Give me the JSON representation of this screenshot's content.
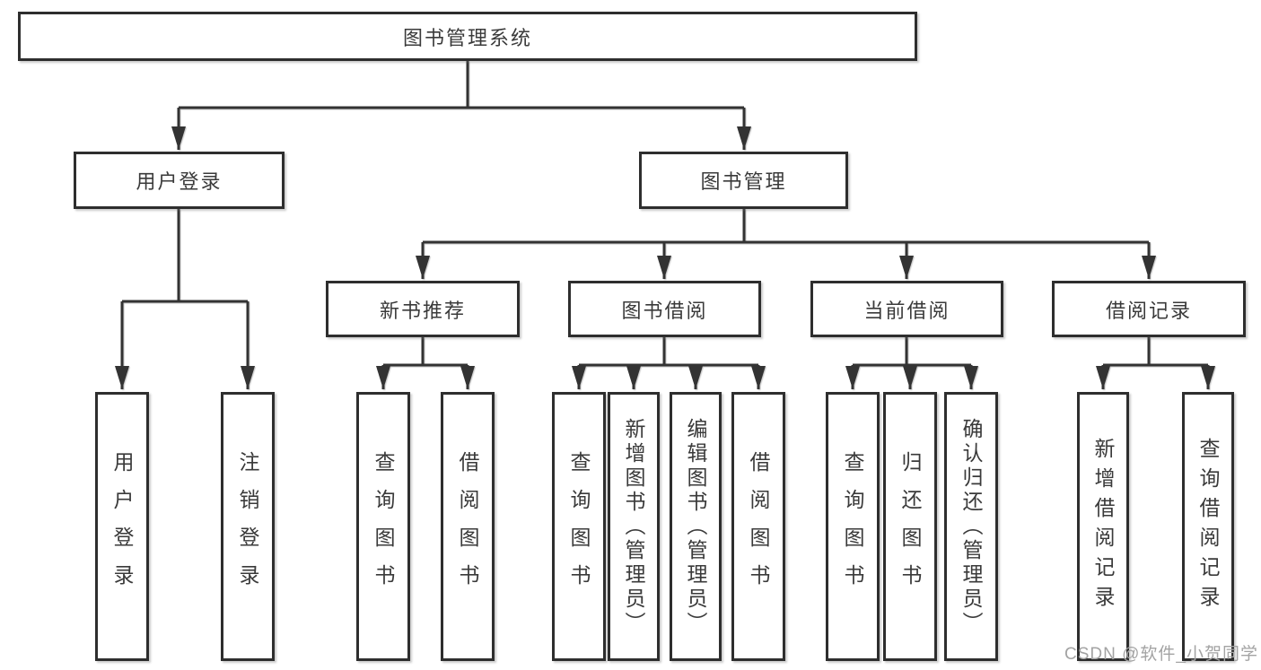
{
  "tree": {
    "root": {
      "label": "图书管理系统",
      "children": [
        {
          "label": "用户登录",
          "children": [
            {
              "label": "用户登录"
            },
            {
              "label": "注销登录"
            }
          ]
        },
        {
          "label": "图书管理",
          "children": [
            {
              "label": "新书推荐",
              "children": [
                {
                  "label": "查询图书"
                },
                {
                  "label": "借阅图书"
                }
              ]
            },
            {
              "label": "图书借阅",
              "children": [
                {
                  "label": "查询图书"
                },
                {
                  "label": "新增图书（管理员）"
                },
                {
                  "label": "编辑图书（管理员）"
                },
                {
                  "label": "借阅图书"
                }
              ]
            },
            {
              "label": "当前借阅",
              "children": [
                {
                  "label": "查询图书"
                },
                {
                  "label": "归还图书"
                },
                {
                  "label": "确认归还（管理员）"
                }
              ]
            },
            {
              "label": "借阅记录",
              "children": [
                {
                  "label": "新增借阅记录"
                },
                {
                  "label": "查询借阅记录"
                }
              ]
            }
          ]
        }
      ]
    }
  },
  "watermark": {
    "text": "CSDN @软件_小贺同学"
  },
  "colors": {
    "line": "#333333",
    "box_border": "#2e2e2e",
    "text": "#3a3a3a",
    "background": "#ffffff",
    "watermark": "#a3a3a3"
  }
}
